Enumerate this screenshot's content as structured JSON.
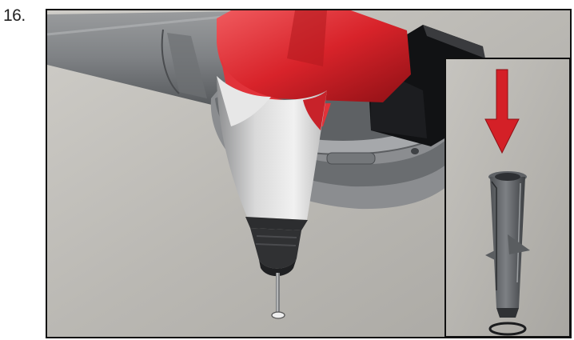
{
  "step": {
    "number": "16."
  },
  "illustration": {
    "main": "drill-scene",
    "inset": "anchor-detail",
    "colors": {
      "tool_red": "#d8232a",
      "floor": "#bdbbb6",
      "arrow": "#d42027"
    }
  }
}
